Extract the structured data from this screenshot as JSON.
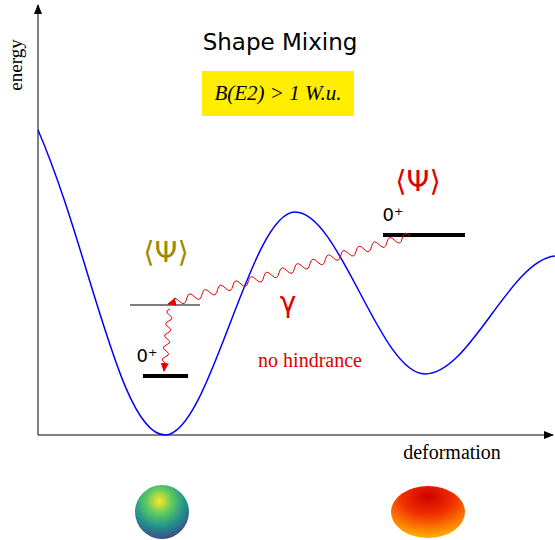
{
  "diagram": {
    "title": "Shape Mixing",
    "nodes": [
      {
        "text": [
          "B(E2) > 1 W.u."
        ]
      }
    ],
    "labels": [
      "energy",
      "deformation",
      "⟨Ψ⟩",
      "0⁺",
      "⟨Ψ⟩",
      "0⁺",
      "γ",
      "no hindrance"
    ]
  }
}
